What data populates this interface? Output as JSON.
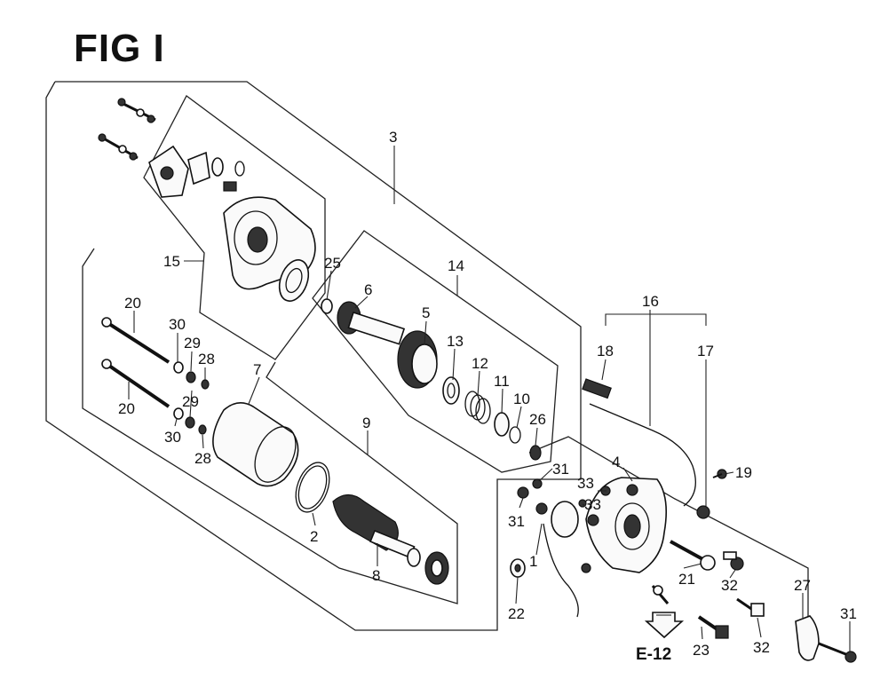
{
  "figure": {
    "title": "FIG I",
    "reference": "E-12"
  },
  "callouts": [
    {
      "id": "p3",
      "text": "3"
    },
    {
      "id": "p15",
      "text": "15"
    },
    {
      "id": "p25",
      "text": "25"
    },
    {
      "id": "p14",
      "text": "14"
    },
    {
      "id": "p6",
      "text": "6"
    },
    {
      "id": "p5",
      "text": "5"
    },
    {
      "id": "p13",
      "text": "13"
    },
    {
      "id": "p12",
      "text": "12"
    },
    {
      "id": "p11",
      "text": "11"
    },
    {
      "id": "p10",
      "text": "10"
    },
    {
      "id": "p26",
      "text": "26"
    },
    {
      "id": "p20a",
      "text": "20"
    },
    {
      "id": "p30a",
      "text": "30"
    },
    {
      "id": "p29a",
      "text": "29"
    },
    {
      "id": "p28a",
      "text": "28"
    },
    {
      "id": "p7",
      "text": "7"
    },
    {
      "id": "p20b",
      "text": "20"
    },
    {
      "id": "p29b",
      "text": "29"
    },
    {
      "id": "p30b",
      "text": "30"
    },
    {
      "id": "p28b",
      "text": "28"
    },
    {
      "id": "p9",
      "text": "9"
    },
    {
      "id": "p2",
      "text": "2"
    },
    {
      "id": "p8",
      "text": "8"
    },
    {
      "id": "p16",
      "text": "16"
    },
    {
      "id": "p18",
      "text": "18"
    },
    {
      "id": "p17",
      "text": "17"
    },
    {
      "id": "p4",
      "text": "4"
    },
    {
      "id": "p19",
      "text": "19"
    },
    {
      "id": "p31a",
      "text": "31"
    },
    {
      "id": "p33a",
      "text": "33"
    },
    {
      "id": "p33b",
      "text": "33"
    },
    {
      "id": "p31b",
      "text": "31"
    },
    {
      "id": "p1",
      "text": "1"
    },
    {
      "id": "p22",
      "text": "22"
    },
    {
      "id": "p21",
      "text": "21"
    },
    {
      "id": "p32a",
      "text": "32"
    },
    {
      "id": "p27",
      "text": "27"
    },
    {
      "id": "p31c",
      "text": "31"
    },
    {
      "id": "p23",
      "text": "23"
    },
    {
      "id": "p32b",
      "text": "32"
    }
  ]
}
